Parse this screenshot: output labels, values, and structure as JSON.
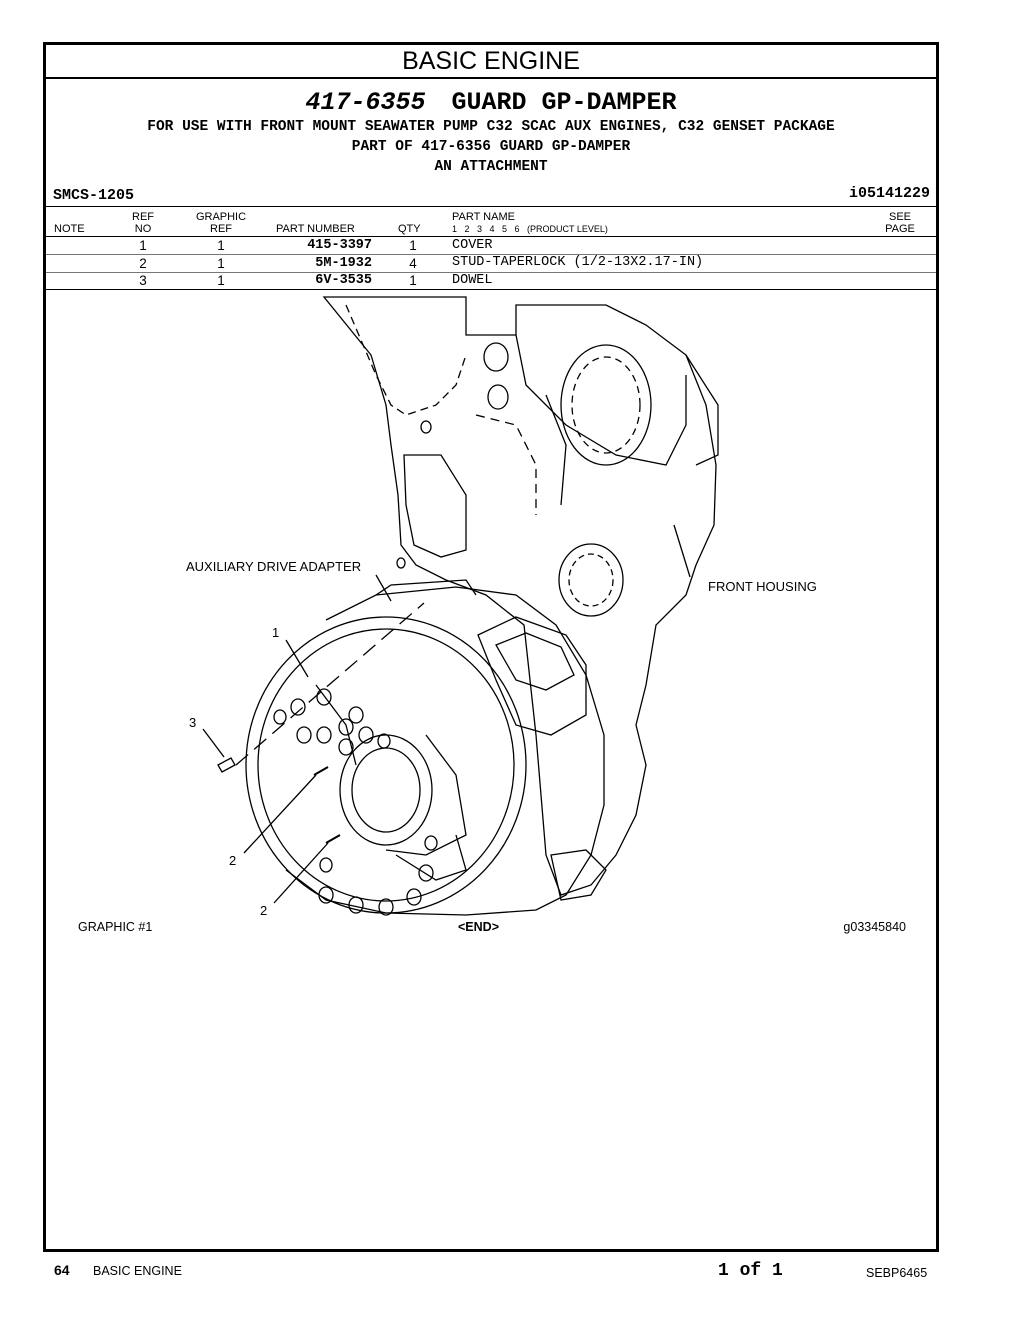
{
  "header": {
    "section_title": "BASIC ENGINE",
    "part_number": "417-6355",
    "part_title": "GUARD GP-DAMPER",
    "usage_line": "FOR USE WITH FRONT MOUNT SEAWATER PUMP C32 SCAC AUX ENGINES, C32 GENSET PACKAGE",
    "part_of_line": "PART OF 417-6356 GUARD GP-DAMPER",
    "attachment_line": "AN ATTACHMENT",
    "smcs": "SMCS-1205",
    "illustration_id": "i05141229"
  },
  "table": {
    "headers": {
      "note": "NOTE",
      "ref_top": "REF",
      "ref_bottom": "NO",
      "graphic_top": "GRAPHIC",
      "graphic_bottom": "REF",
      "part_number": "PART NUMBER",
      "qty": "QTY",
      "part_name": "PART NAME",
      "levels": "1   2   3   4   5   6   (PRODUCT LEVEL)",
      "see_top": "SEE",
      "see_bottom": "PAGE"
    },
    "rows": [
      {
        "ref": "1",
        "graphic": "1",
        "part_number": "415-3397",
        "qty": "1",
        "name": "COVER"
      },
      {
        "ref": "2",
        "graphic": "1",
        "part_number": "5M-1932",
        "qty": "4",
        "name": "STUD-TAPERLOCK (1/2-13X2.17-IN)"
      },
      {
        "ref": "3",
        "graphic": "1",
        "part_number": "6V-3535",
        "qty": "1",
        "name": "DOWEL"
      }
    ]
  },
  "illustration": {
    "label_aux": "AUXILIARY DRIVE ADAPTER",
    "label_front": "FRONT HOUSING",
    "callout_1": "1",
    "callout_2a": "2",
    "callout_2b": "2",
    "callout_3": "3",
    "graphic_label": "GRAPHIC #1",
    "end_label": "<END>",
    "graphic_id": "g03345840"
  },
  "footer": {
    "page_number": "64",
    "section": "BASIC ENGINE",
    "page_of": "1 of 1",
    "doc_id": "SEBP6465"
  }
}
